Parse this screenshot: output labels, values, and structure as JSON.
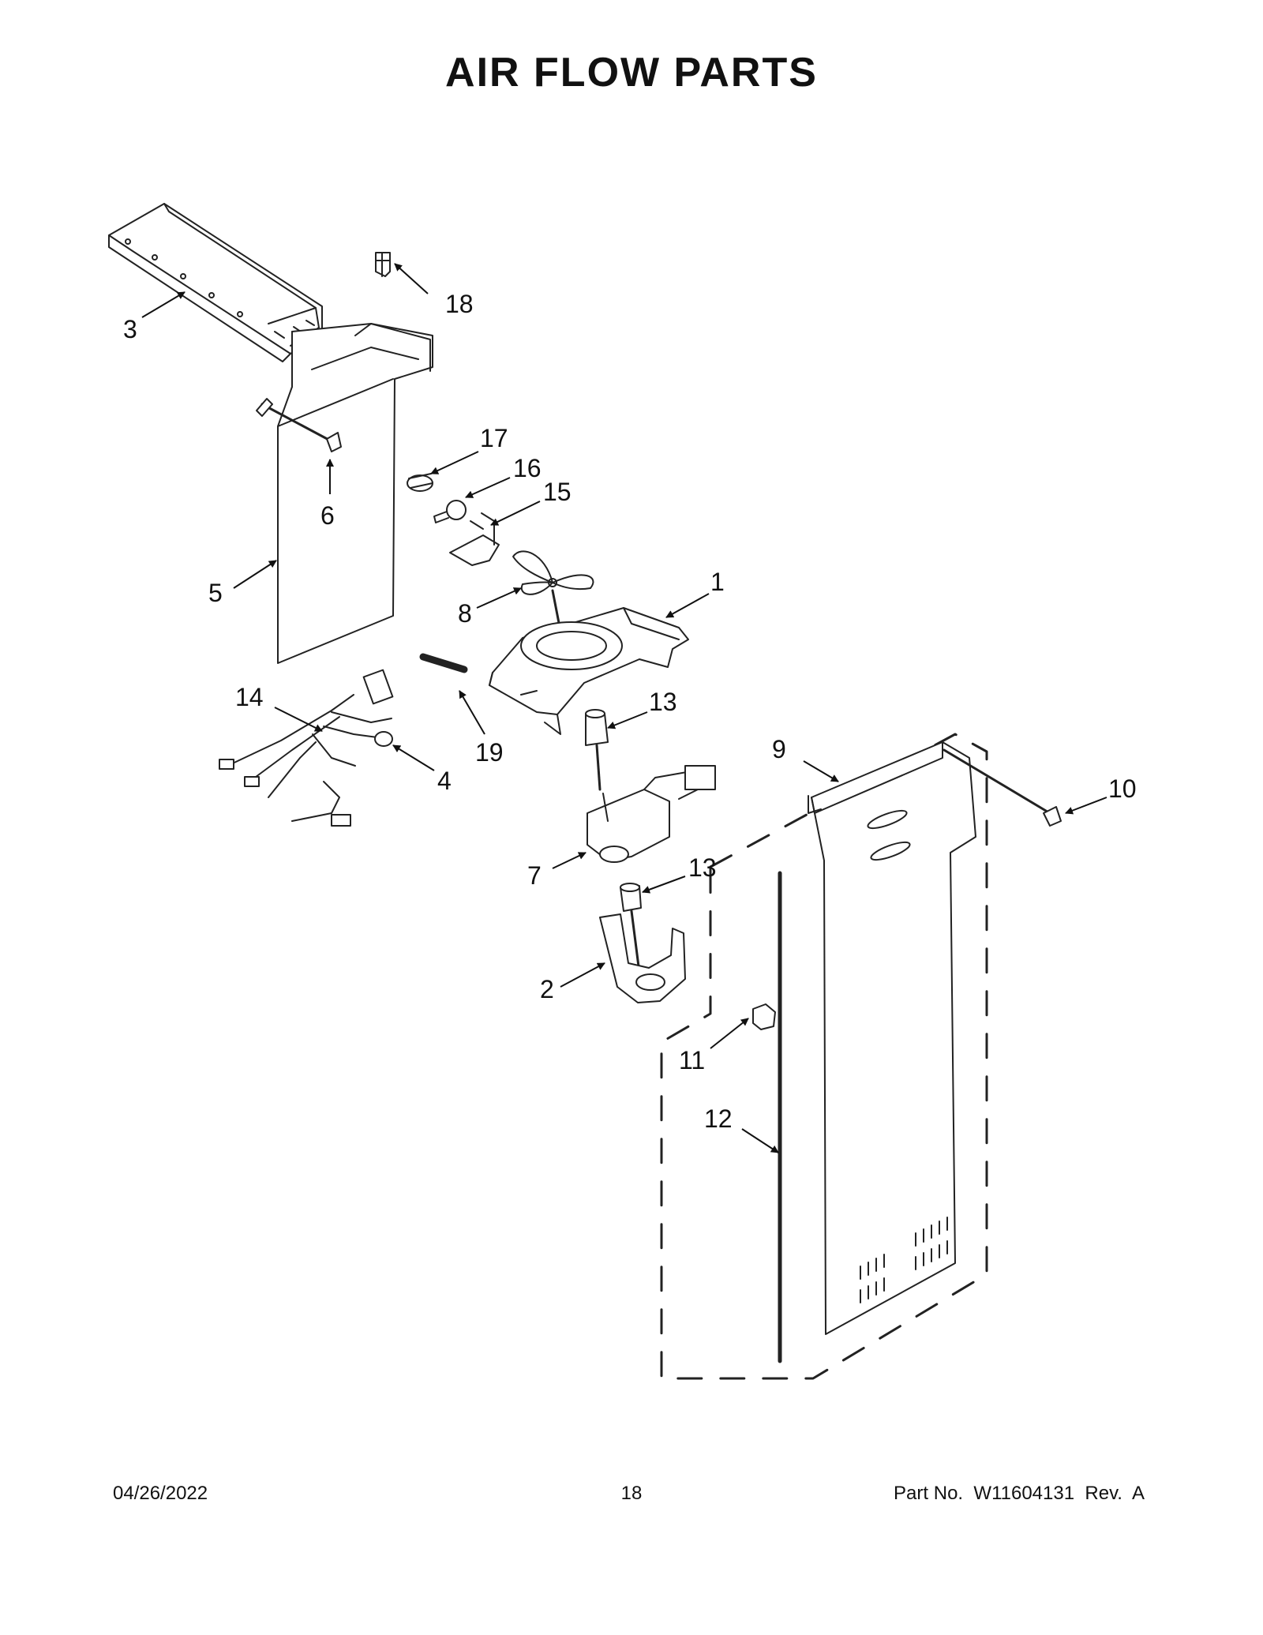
{
  "title": "AIR FLOW PARTS",
  "callouts": {
    "c1": "1",
    "c2": "2",
    "c3": "3",
    "c4": "4",
    "c5": "5",
    "c6": "6",
    "c7": "7",
    "c8": "8",
    "c9": "9",
    "c10": "10",
    "c11": "11",
    "c12": "12",
    "c13a": "13",
    "c13b": "13",
    "c14": "14",
    "c15": "15",
    "c16": "16",
    "c17": "17",
    "c18": "18",
    "c19": "19"
  },
  "footer": {
    "date": "04/26/2022",
    "page": "18",
    "part": "Part No.  W11604131  Rev.  A"
  }
}
